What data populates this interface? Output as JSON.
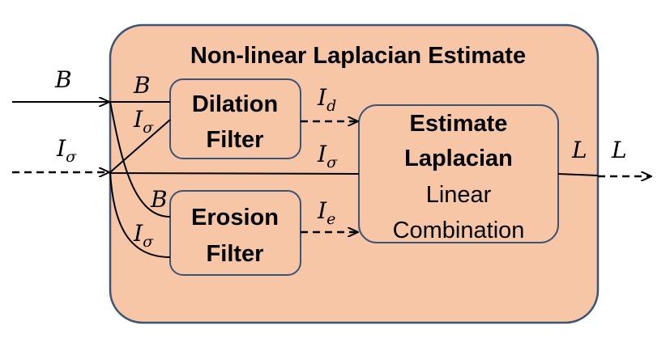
{
  "diagram": {
    "title": "Non-linear Laplacian Estimate",
    "inputs": {
      "b": "B",
      "i_sigma": {
        "base": "I",
        "sub": "σ"
      }
    },
    "output": "L",
    "dilation_filter": {
      "line1": "Dilation",
      "line2": "Filter"
    },
    "erosion_filter": {
      "line1": "Erosion",
      "line2": "Filter"
    },
    "estimate_box": {
      "line1": "Estimate",
      "line2": "Laplacian",
      "line3": "Linear",
      "line4": "Combination"
    },
    "labels": {
      "b_to_dilation": "B",
      "isigma_to_dilation": {
        "base": "I",
        "sub": "σ"
      },
      "b_to_erosion": "B",
      "isigma_to_erosion": {
        "base": "I",
        "sub": "σ"
      },
      "dilation_out": {
        "base": "I",
        "sub": "d"
      },
      "erosion_out": {
        "base": "I",
        "sub": "e"
      },
      "isigma_to_estimate": {
        "base": "I",
        "sub": "σ"
      },
      "estimate_out": "L"
    },
    "colors": {
      "panel_fill": "#f7c6a6",
      "panel_stroke": "#3b5375",
      "box_fill": "#f7c6a6",
      "box_stroke": "#3b5375"
    }
  }
}
